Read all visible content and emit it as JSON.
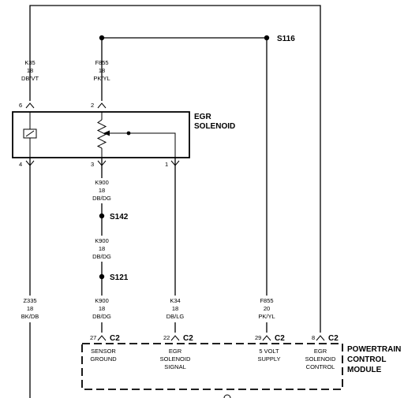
{
  "component": {
    "name_line1": "EGR",
    "name_line2": "SOLENOID"
  },
  "module": {
    "line1": "POWERTRAIN",
    "line2": "CONTROL",
    "line3": "MODULE"
  },
  "splices": {
    "s116": "S116",
    "s142": "S142",
    "s121": "S121"
  },
  "wires": {
    "k35": [
      "K35",
      "18",
      "DB/VT"
    ],
    "f855_top": [
      "F855",
      "18",
      "PK/YL"
    ],
    "k900_a": [
      "K900",
      "18",
      "DB/DG"
    ],
    "k900_b": [
      "K900",
      "18",
      "DB/DG"
    ],
    "k900_c": [
      "K900",
      "18",
      "DB/DG"
    ],
    "z335": [
      "Z335",
      "18",
      "BK/DB"
    ],
    "k34": [
      "K34",
      "18",
      "DB/LG"
    ],
    "f855_bot": [
      "F855",
      "20",
      "PK/YL"
    ]
  },
  "solenoid_pins": {
    "p6": "6",
    "p2": "2",
    "p4": "4",
    "p3": "3",
    "p1": "1"
  },
  "pcm_pins": [
    {
      "pin": "27",
      "conn": "C2",
      "func": [
        "SENSOR",
        "GROUND"
      ]
    },
    {
      "pin": "22",
      "conn": "C2",
      "func": [
        "EGR",
        "SOLENOID",
        "SIGNAL"
      ]
    },
    {
      "pin": "29",
      "conn": "C2",
      "func": [
        "5 VOLT",
        "SUPPLY"
      ]
    },
    {
      "pin": "8",
      "conn": "C2",
      "func": [
        "EGR",
        "SOLENOID",
        "CONTROL"
      ]
    }
  ]
}
